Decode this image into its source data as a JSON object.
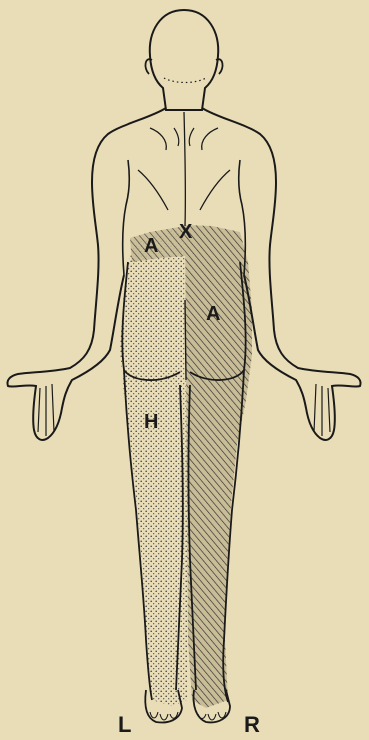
{
  "colors": {
    "paper": "#e9ddb8",
    "ink": "#1a1a1a",
    "stipple": "#3a3a3a",
    "hatch": "#2a2a2a",
    "hatch_shade": "#c9bd98"
  },
  "labels": {
    "x_mark": "X",
    "a_upper": "A",
    "a_right": "A",
    "h_left": "H",
    "side_left": "L",
    "side_right": "R"
  }
}
